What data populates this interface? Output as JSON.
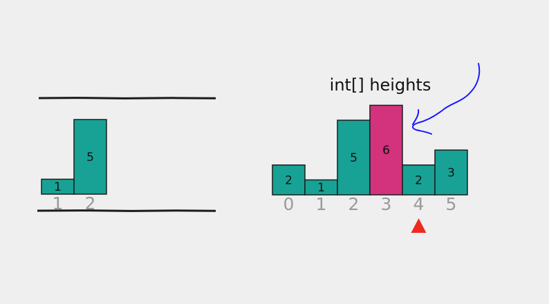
{
  "colors": {
    "background": "#efefef",
    "bar_fill": "#17a295",
    "bar_border": "#1c1c1c",
    "highlight_fill": "#d3327c",
    "index_label": "#9a9a9a",
    "pointer": "#ef2a1e",
    "annotation_stroke": "#1a1aff",
    "line": "#1a1a1a"
  },
  "left_panel": {
    "bars": [
      {
        "index": "1",
        "value": "1"
      },
      {
        "index": "2",
        "value": "5"
      }
    ]
  },
  "right_panel": {
    "title": "int[] heights",
    "bars": [
      {
        "index": "0",
        "value": "2"
      },
      {
        "index": "1",
        "value": "1"
      },
      {
        "index": "2",
        "value": "5"
      },
      {
        "index": "3",
        "value": "6"
      },
      {
        "index": "4",
        "value": "2"
      },
      {
        "index": "5",
        "value": "3"
      }
    ],
    "highlighted_index": 3,
    "pointer_index": 4
  }
}
